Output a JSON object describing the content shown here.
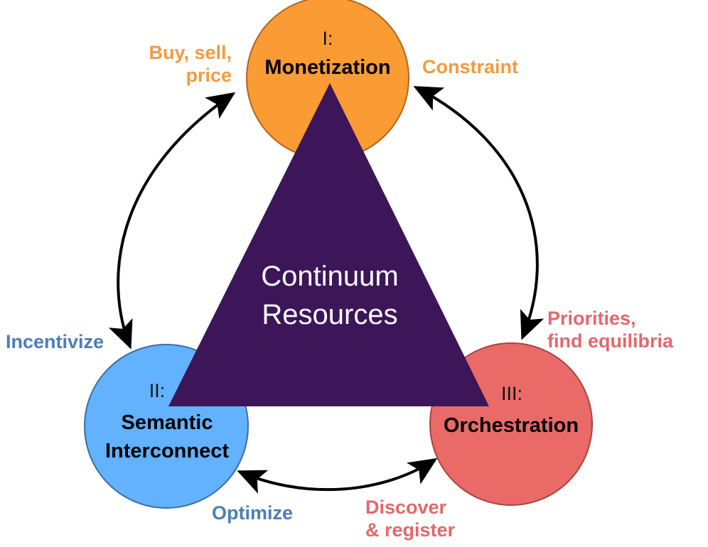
{
  "colors": {
    "monetization_fill": "#fb9b34",
    "semantic_fill": "#62b2ff",
    "orchestration_fill": "#e96a67",
    "triangle_fill": "#3d1659",
    "orange_text": "#f69a3e",
    "blue_text": "#4a7eb8",
    "red_text": "#e4676c",
    "arrow": "#000000"
  },
  "center": {
    "line1": "Continuum",
    "line2": "Resources"
  },
  "nodes": {
    "monetization": {
      "numeral": "I:",
      "name": "Monetization"
    },
    "semantic": {
      "numeral": "II:",
      "name_line1": "Semantic",
      "name_line2": "Interconnect"
    },
    "orchestration": {
      "numeral": "III:",
      "name": "Orchestration"
    }
  },
  "edge_labels": {
    "buy_sell_price": "Buy, sell,\nprice",
    "constraint": "Constraint",
    "incentivize": "Incentivize",
    "priorities": "Priorities,\nfind equilibria",
    "optimize": "Optimize",
    "discover_register": "Discover\n& register"
  }
}
